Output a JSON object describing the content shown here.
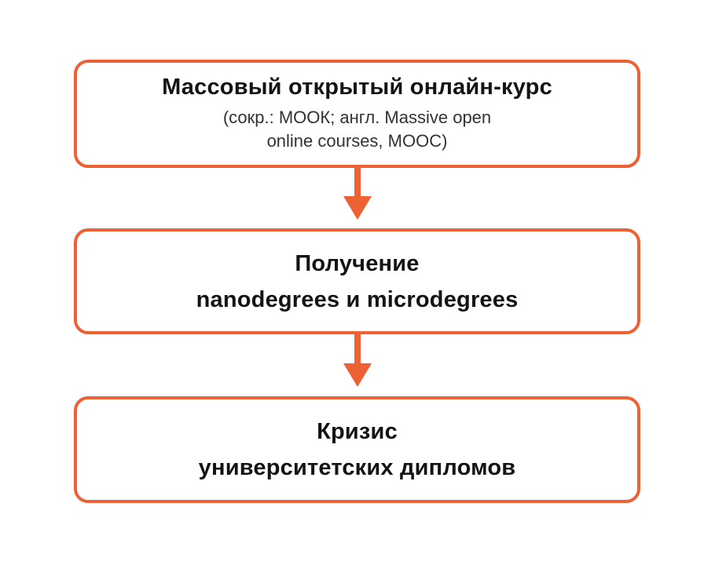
{
  "steps": [
    {
      "title": "Массовый открытый онлайн-курс",
      "subtitle_line1": "(сокр.: МООК; англ. Massive open",
      "subtitle_line2": "online courses, MOOC)"
    },
    {
      "title_line1": "Получение",
      "title_line2": "nanodegrees и microdegrees"
    },
    {
      "title_line1": "Кризис",
      "title_line2": "университетских дипломов"
    }
  ],
  "colors": {
    "accent": "#EE6134",
    "text": "#141414",
    "subtext": "#333333",
    "background": "#FFFFFF"
  },
  "icons": [
    "arrow-down-icon",
    "arrow-down-icon"
  ]
}
